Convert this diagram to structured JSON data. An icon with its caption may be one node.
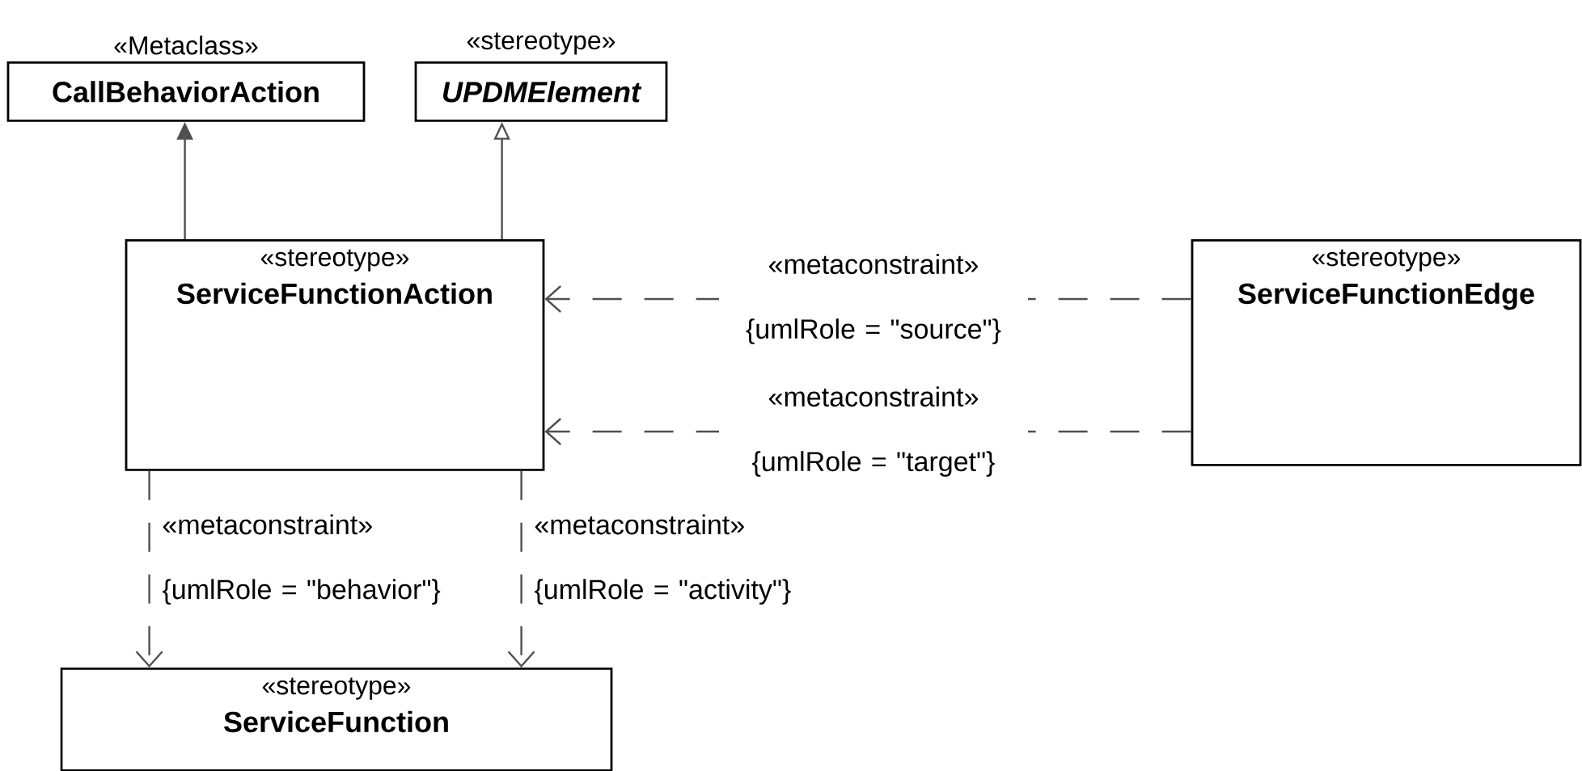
{
  "diagram": {
    "nodes": [
      {
        "text": [
          "«Metaclass»",
          "CallBehaviorAction"
        ]
      },
      {
        "text": [
          "«stereotype»",
          "UPDMElement"
        ]
      },
      {
        "text": [
          "«stereotype»",
          "ServiceFunctionAction"
        ]
      },
      {
        "text": [
          "«stereotype»",
          "ServiceFunctionEdge"
        ]
      },
      {
        "text": [
          "«stereotype»",
          "ServiceFunction"
        ]
      }
    ],
    "edges": [
      {
        "from": 2,
        "to": 0,
        "arrow": "to"
      },
      {
        "from": 2,
        "to": 1,
        "arrow": "to"
      },
      {
        "from": 3,
        "to": 2,
        "arrow": "to",
        "style": "dashed",
        "label": "«metaconstraint» {umlRole = \"source\"}"
      },
      {
        "from": 3,
        "to": 2,
        "arrow": "to",
        "style": "dashed",
        "label": "«metaconstraint» {umlRole = \"target\"}"
      },
      {
        "from": 2,
        "to": 4,
        "arrow": "to",
        "style": "dashed",
        "label": "«metaconstraint» {umlRole = \"behavior\"}"
      },
      {
        "from": 2,
        "to": 4,
        "arrow": "to",
        "style": "dashed",
        "label": "«metaconstraint» {umlRole = \"activity\"}"
      }
    ]
  }
}
